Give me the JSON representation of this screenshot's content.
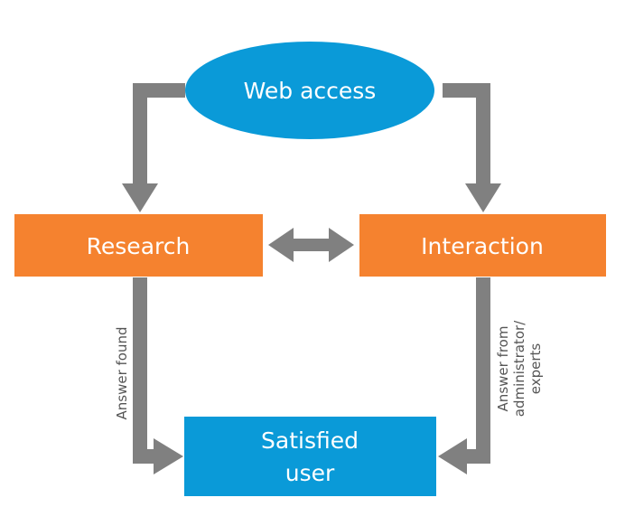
{
  "nodes": {
    "web_access": {
      "label": "Web access",
      "color": "#0a9ad8"
    },
    "research": {
      "label": "Research",
      "color": "#f5822f"
    },
    "interaction": {
      "label": "Interaction",
      "color": "#f5822f"
    },
    "satisfied_user": {
      "label_line1": "Satisfied",
      "label_line2": "user",
      "color": "#0a9ad8"
    }
  },
  "edges": {
    "answer_found": {
      "label": "Answer found"
    },
    "answer_from_admin": {
      "label_line1": "Answer from",
      "label_line2": "administrator/",
      "label_line3": "experts"
    }
  },
  "colors": {
    "arrow": "#808080",
    "label_text": "#555555",
    "background": "#ffffff"
  }
}
